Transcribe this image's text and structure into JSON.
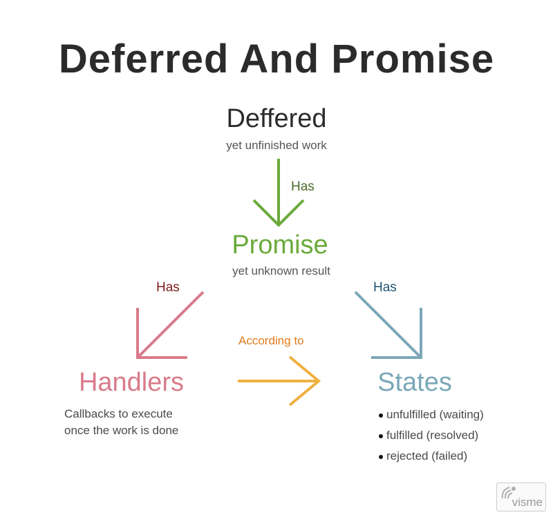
{
  "title": "Deferred And Promise",
  "deferred": {
    "title": "Deffered",
    "subtitle": "yet unfinished work"
  },
  "promise": {
    "title": "Promise",
    "subtitle": "yet unknown result",
    "color": "#6aaa3a"
  },
  "handlers": {
    "title": "Handlers",
    "description_lines": [
      "Callbacks to execute",
      "once the work is done"
    ],
    "color": "#d97b8a"
  },
  "states": {
    "title": "States",
    "items": [
      "unfulfilled (waiting)",
      "fulfilled (resolved)",
      "rejected (failed)"
    ],
    "color": "#7ba7b8"
  },
  "edges": {
    "deferred_to_promise": {
      "label": "Has",
      "label_color": "#4a6b2a",
      "arrow_color": "#6aaa3a"
    },
    "promise_to_handlers": {
      "label": "Has",
      "label_color": "#7a1a1a",
      "arrow_color": "#d97b8a"
    },
    "promise_to_states": {
      "label": "Has",
      "label_color": "#1f5470",
      "arrow_color": "#7ba7b8"
    },
    "handlers_to_states": {
      "label": "According to",
      "label_color": "#e07a1a",
      "arrow_color": "#f0b040"
    }
  },
  "logo": {
    "text": "visme"
  }
}
